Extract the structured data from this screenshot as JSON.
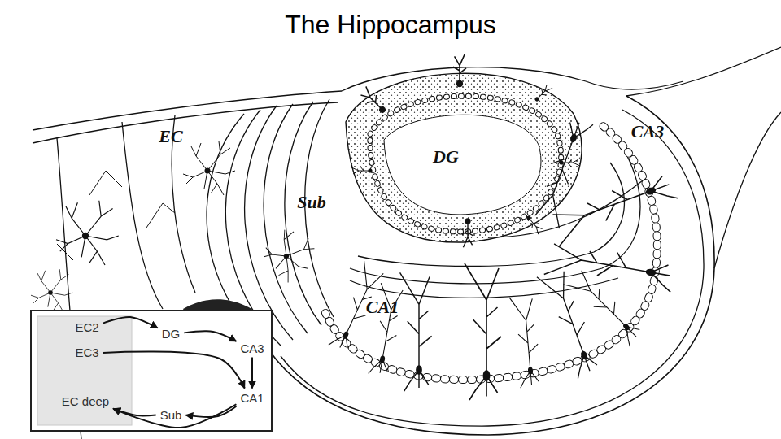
{
  "diagram": {
    "title": "The Hippocampus",
    "nodes": [
      {
        "text": [
          "EC2"
        ]
      },
      {
        "text": [
          "EC3"
        ]
      },
      {
        "text": [
          "EC deep"
        ]
      },
      {
        "text": [
          "DG"
        ]
      },
      {
        "text": [
          "CA3"
        ]
      },
      {
        "text": [
          "CA1"
        ]
      },
      {
        "text": [
          "Sub"
        ]
      }
    ],
    "edges": [
      {
        "from": 0,
        "to": 3,
        "arrow": "to"
      },
      {
        "from": 3,
        "to": 4,
        "arrow": "to"
      },
      {
        "from": 1,
        "to": 5,
        "arrow": "to"
      },
      {
        "from": 4,
        "to": 5,
        "arrow": "to"
      },
      {
        "from": 5,
        "to": 6,
        "arrow": "to"
      },
      {
        "from": 6,
        "to": 2,
        "arrow": "to"
      },
      {
        "from": 5,
        "to": 2,
        "arrow": "to"
      }
    ],
    "labels": [
      "EC",
      "DG",
      "Sub",
      "CA1",
      "CA3"
    ]
  }
}
